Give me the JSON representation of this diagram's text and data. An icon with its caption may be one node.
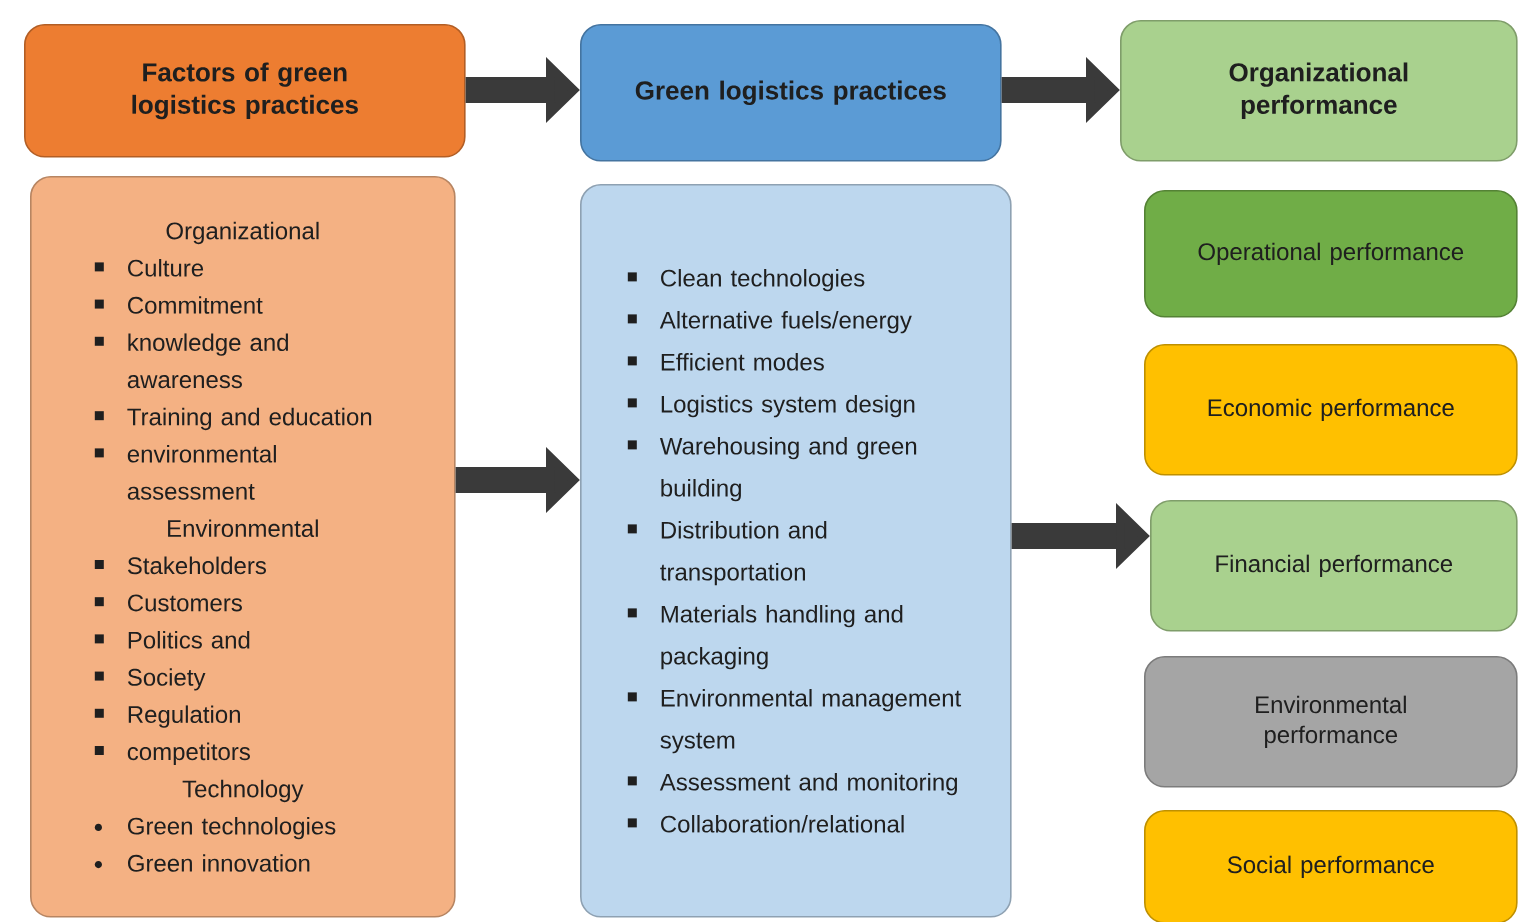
{
  "diagram": {
    "nodes": [
      {
        "text": [
          "Factors of green logistics practices"
        ]
      },
      {
        "text": [
          "Green logistics practices"
        ]
      },
      {
        "text": [
          "Organizational performance"
        ]
      },
      {
        "text": [
          "Organizational",
          "Culture",
          "Commitment",
          "knowledge and awareness",
          "Training and education",
          "environmental assessment",
          "Environmental",
          "Stakeholders",
          "Customers",
          "Politics  and",
          "Society",
          "Regulation",
          "competitors",
          "Technology",
          "Green technologies",
          "Green innovation"
        ]
      },
      {
        "text": [
          "Clean technologies",
          "Alternative fuels/energy",
          "Efficient modes",
          "Logistics system design",
          "Warehousing and green building",
          "Distribution and transportation",
          "Materials handling and packaging",
          "Environmental management system",
          "Assessment and monitoring",
          "Collaboration/relational"
        ]
      },
      {
        "text": [
          "Operational performance"
        ]
      },
      {
        "text": [
          "Economic performance"
        ]
      },
      {
        "text": [
          "Financial performance"
        ]
      },
      {
        "text": [
          "Environmental performance"
        ]
      },
      {
        "text": [
          "Social performance"
        ]
      }
    ],
    "edges": [
      {
        "from": 0,
        "to": 1,
        "arrow": "to"
      },
      {
        "from": 1,
        "to": 2,
        "arrow": "to"
      },
      {
        "from": 3,
        "to": 4,
        "arrow": "to"
      },
      {
        "from": 4,
        "to": 7,
        "arrow": "to"
      }
    ]
  }
}
